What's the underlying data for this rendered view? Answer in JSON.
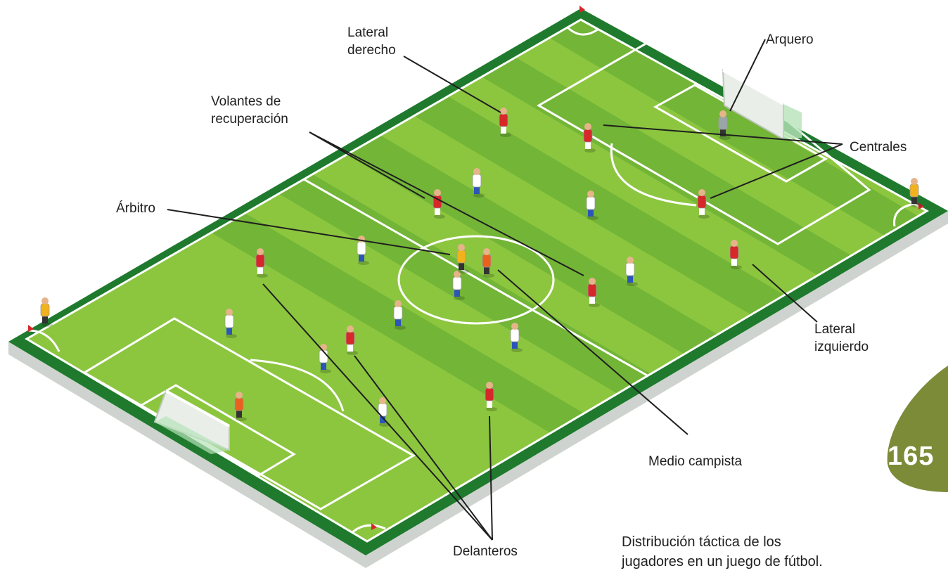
{
  "labels": {
    "lateral_derecho": "Lateral\nderecho",
    "arquero": "Arquero",
    "volantes": "Volantes de\nrecuperación",
    "centrales": "Centrales",
    "arbitro": "Árbitro",
    "lateral_izquierdo": "Lateral\nizquierdo",
    "medio_campista": "Medio campista",
    "delanteros": "Delanteros"
  },
  "caption": "Distribución táctica de los\njugadores en un juego de fútbol.",
  "page_number": "165",
  "colors": {
    "grass_light": "#8cc63f",
    "grass_dark": "#5fa832",
    "pitch_border": "#1f7a2e",
    "team_red": "#d6282b",
    "team_white": "#ffffff",
    "referee_yellow": "#f2b21b",
    "keeper_orange": "#e8621e",
    "page_tab": "#7c8b37"
  }
}
